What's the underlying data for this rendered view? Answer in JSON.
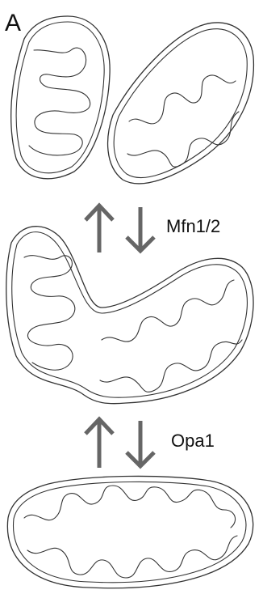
{
  "panel_label": "A",
  "labels": {
    "fusion_factor_1": "Mfn1/2",
    "fusion_factor_2": "Opa1"
  }
}
